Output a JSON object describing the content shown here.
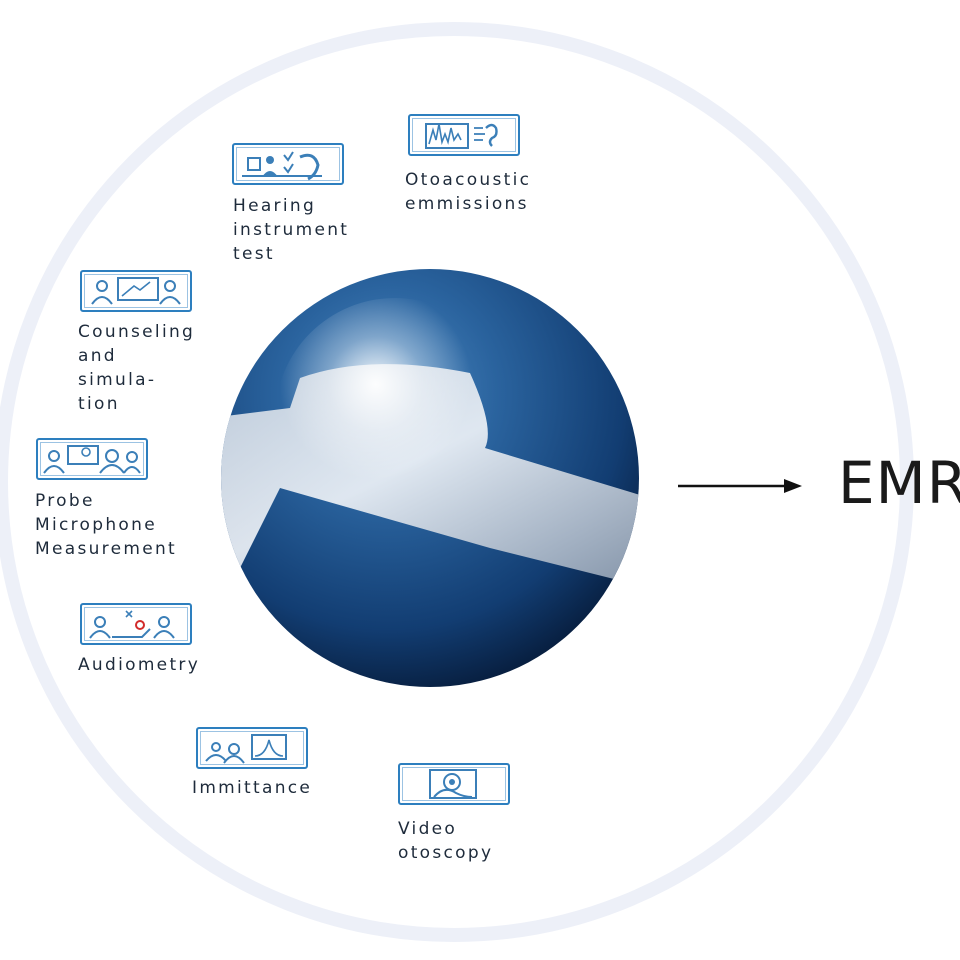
{
  "modules": [
    {
      "id": "hearing-instrument-test",
      "label": "Hearing\ninstrument\ntest",
      "icon": "hearing-instrument-icon"
    },
    {
      "id": "otoacoustic-emissions",
      "label": "Otoacoustic\nemmissions",
      "icon": "waveform-ear-icon"
    },
    {
      "id": "counseling-and-simulation",
      "label": "Counseling\nand simula-\ntion",
      "icon": "counseling-icon"
    },
    {
      "id": "probe-microphone-measurement",
      "label": "Probe\nMicrophone\nMeasurement",
      "icon": "probe-microphone-icon"
    },
    {
      "id": "audiometry",
      "label": "Audiometry",
      "icon": "audiogram-icon"
    },
    {
      "id": "immittance",
      "label": "Immittance",
      "icon": "tympanogram-icon"
    },
    {
      "id": "video-otoscopy",
      "label": "Video\notoscopy",
      "icon": "otoscope-icon"
    }
  ],
  "output": {
    "label": "EMR",
    "icon": "arrow-right-icon"
  },
  "center": {
    "icon": "globe-logo-icon"
  },
  "colors": {
    "icon_border": "#2d7fbf",
    "icon_fill": "#3b7fb8",
    "globe_dark": "#0f2f5e",
    "globe_light": "#2e6aa6",
    "ring": "#edf0f8",
    "text": "#1e2b3b"
  }
}
